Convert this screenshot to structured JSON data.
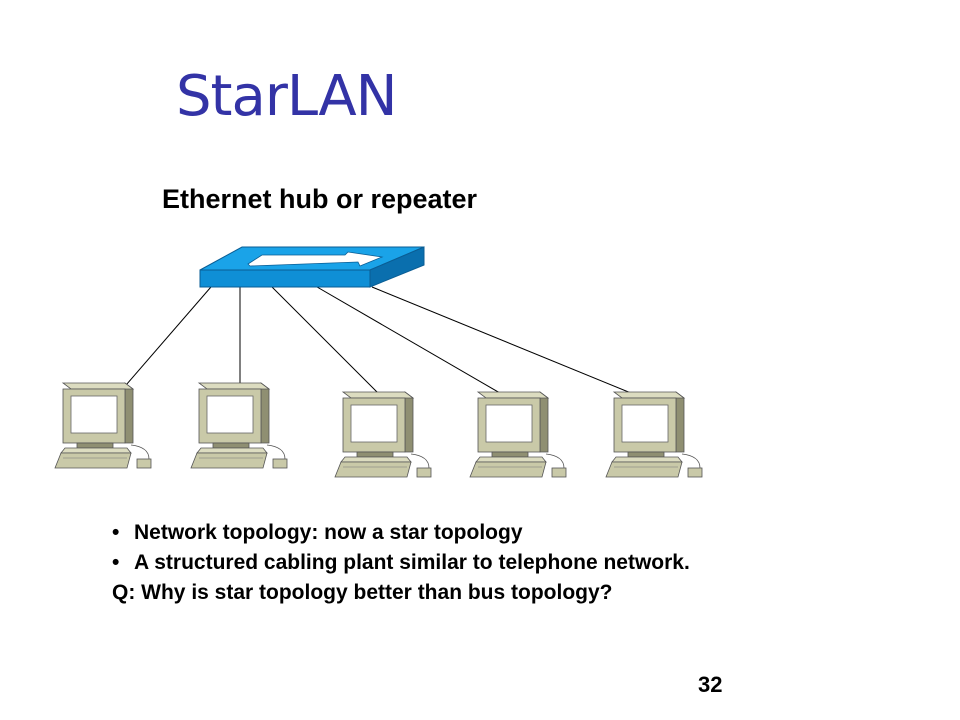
{
  "slide": {
    "title": "StarLAN",
    "page_number": "32"
  },
  "diagram": {
    "hub_label": "Ethernet hub or repeater",
    "hub_icon": "hub-icon",
    "computer_icon": "desktop-computer-icon",
    "computer_count": 5,
    "colors": {
      "hub_top": "#1aa3e8",
      "hub_front": "#0f8fd6",
      "hub_side": "#0a6fae",
      "computer_body": "#c9c9a8",
      "computer_shade": "#8f8f72",
      "screen": "#ffffff",
      "line": "#000000"
    }
  },
  "bullets": [
    {
      "marker": "•",
      "text": "Network topology: now a star topology"
    },
    {
      "marker": "•",
      "text": "A structured cabling plant similar to telephone network."
    },
    {
      "marker": "",
      "text": "Q: Why is star topology better than bus topology?"
    }
  ]
}
